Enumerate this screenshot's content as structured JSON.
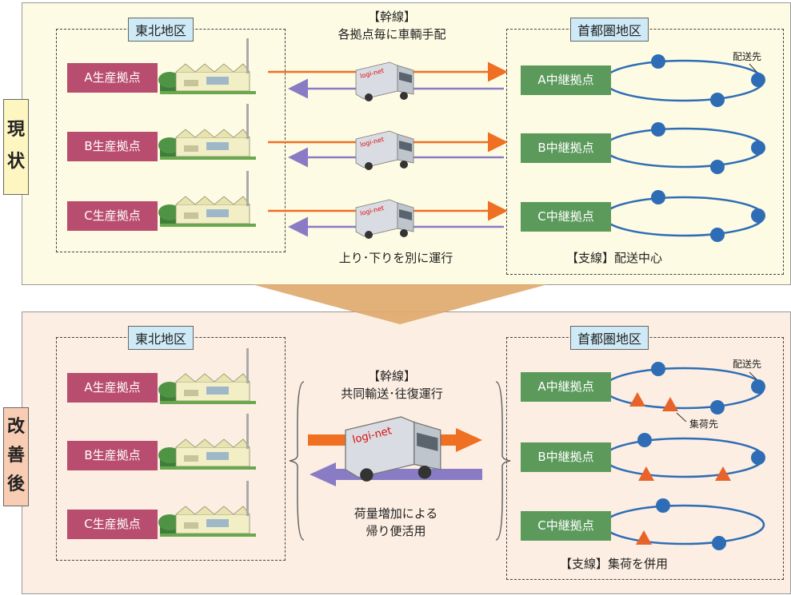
{
  "current": {
    "side_label_1": "現",
    "side_label_2": "状",
    "tohoku_label": "東北地区",
    "shuto_label": "首都圏地区",
    "trunk_title": "【幹線】",
    "trunk_sub": "各拠点毎に車輌手配",
    "bottom_note": "上り･下りを別に運行",
    "branch_note": "【支線】配送中心",
    "delivery_dest": "配送先",
    "sites": [
      "A生産拠点",
      "B生産拠点",
      "C生産拠点"
    ],
    "hubs": [
      "A中継拠点",
      "B中継拠点",
      "C中継拠点"
    ]
  },
  "improved": {
    "side_label_1": "改",
    "side_label_2": "善",
    "side_label_3": "後",
    "tohoku_label": "東北地区",
    "shuto_label": "首都圏地区",
    "trunk_title": "【幹線】",
    "trunk_sub": "共同輸送･往復運行",
    "bottom_note_1": "荷量増加による",
    "bottom_note_2": "帰り便活用",
    "branch_note": "【支線】集荷を併用",
    "delivery_dest": "配送先",
    "pickup_dest": "集荷先",
    "sites": [
      "A生産拠点",
      "B生産拠点",
      "C生産拠点"
    ],
    "hubs": [
      "A中継拠点",
      "B中継拠点",
      "C中継拠点"
    ]
  },
  "colors": {
    "outbound_arrow": "#ef6f23",
    "return_arrow": "#8a7cc4",
    "route_loop": "#2e6db5",
    "delivery_dot": "#2e6db5",
    "pickup_triangle": "#e8632a",
    "site_box": "#b94d6f",
    "hub_box": "#5c9a5c"
  }
}
